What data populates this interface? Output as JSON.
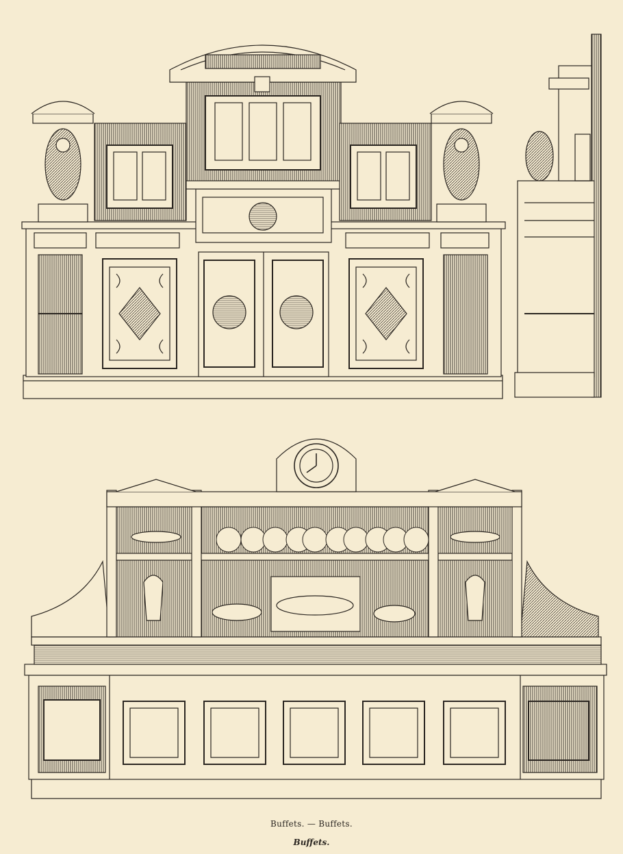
{
  "plate": {
    "top_figure": "Buffet elevation with side section",
    "bottom_figure": "Buffet with clock and display shelves"
  },
  "captions": {
    "line1": "Buffets. — Buffets.",
    "line2": "Buffets."
  },
  "colors": {
    "paper": "#f6ecd2",
    "ink": "#2a2520",
    "shade": "#8a7f70"
  }
}
